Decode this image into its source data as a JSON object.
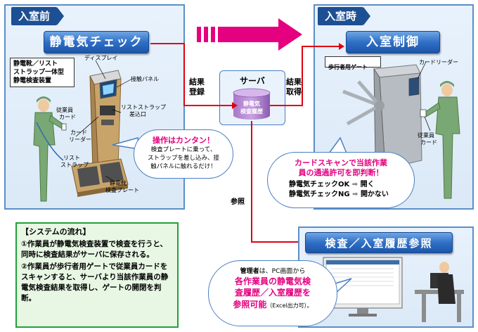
{
  "left_panel": {
    "tag": "入室前",
    "header": "静電気チェック",
    "device_title": [
      "静電靴／リスト",
      "ストラップ一体型",
      "静電検査装置"
    ],
    "labels": {
      "display": "ディスプレイ",
      "touch_panel": "接触パネル",
      "wrist_strap_slot": [
        "リストストラップ",
        "差込口"
      ],
      "employee_card": [
        "従業員",
        "カード"
      ],
      "card_reader": [
        "カード",
        "リーダー"
      ],
      "wrist_strap": [
        "リスト",
        "ストラップ"
      ],
      "shoe_plate": [
        "静電靴",
        "検査プレート"
      ]
    },
    "callout": {
      "title": "操作はカンタン！",
      "lines": [
        "検査プレートに乗って、",
        "ストラップを差し込み、接",
        "触パネルに触れるだけ！"
      ]
    }
  },
  "server": {
    "title": "サーバ",
    "db_label": [
      "静電気",
      "検査履歴"
    ],
    "register_label": [
      "結果",
      "登録"
    ],
    "fetch_label": [
      "結果",
      "取得"
    ],
    "reference_label": "参照"
  },
  "right_panel": {
    "tag": "入室時",
    "header": "入室制御",
    "labels": {
      "gate": "歩行者用ゲート",
      "card_reader": "カードリーダー",
      "employee_card": [
        "従業員",
        "カード"
      ]
    },
    "callout": {
      "lines": [
        "カードスキャンで当該作業",
        "員の通過許可を即判断！"
      ],
      "ok_label": "静電気チェックOK",
      "ok_result": "開く",
      "ng_label": "静電気チェックNG",
      "ng_result": "開かない"
    }
  },
  "system_flow": {
    "title": "【システムの流れ】",
    "items": [
      "①作業員が静電気検査装置で検査を行うと、同時に検査結果がサーバに保存される。",
      "②作業員が歩行者用ゲートで従業員カードをスキャンすると、サーバより当該作業員の静電気検査結果を取得し、ゲートの開閉を判断。"
    ]
  },
  "history_panel": {
    "header": "検査／入室履歴参照",
    "callout": {
      "line1_a": "管理者",
      "line1_b": "は、PC画面から",
      "pink_lines": [
        "各作業員の静電気検",
        "査履歴／入室履歴を",
        "参照可能"
      ],
      "tail": "（Excel出力可）。"
    }
  },
  "colors": {
    "panel_border": "#5b8ec7",
    "header_blue": "#2f6fc6",
    "tag_blue": "#1d4f93",
    "flow_line": "#e10012",
    "arrow_magenta": "#e4007f",
    "flow_box_border": "#22a03a",
    "flow_box_bg": "#e8f7e4"
  }
}
